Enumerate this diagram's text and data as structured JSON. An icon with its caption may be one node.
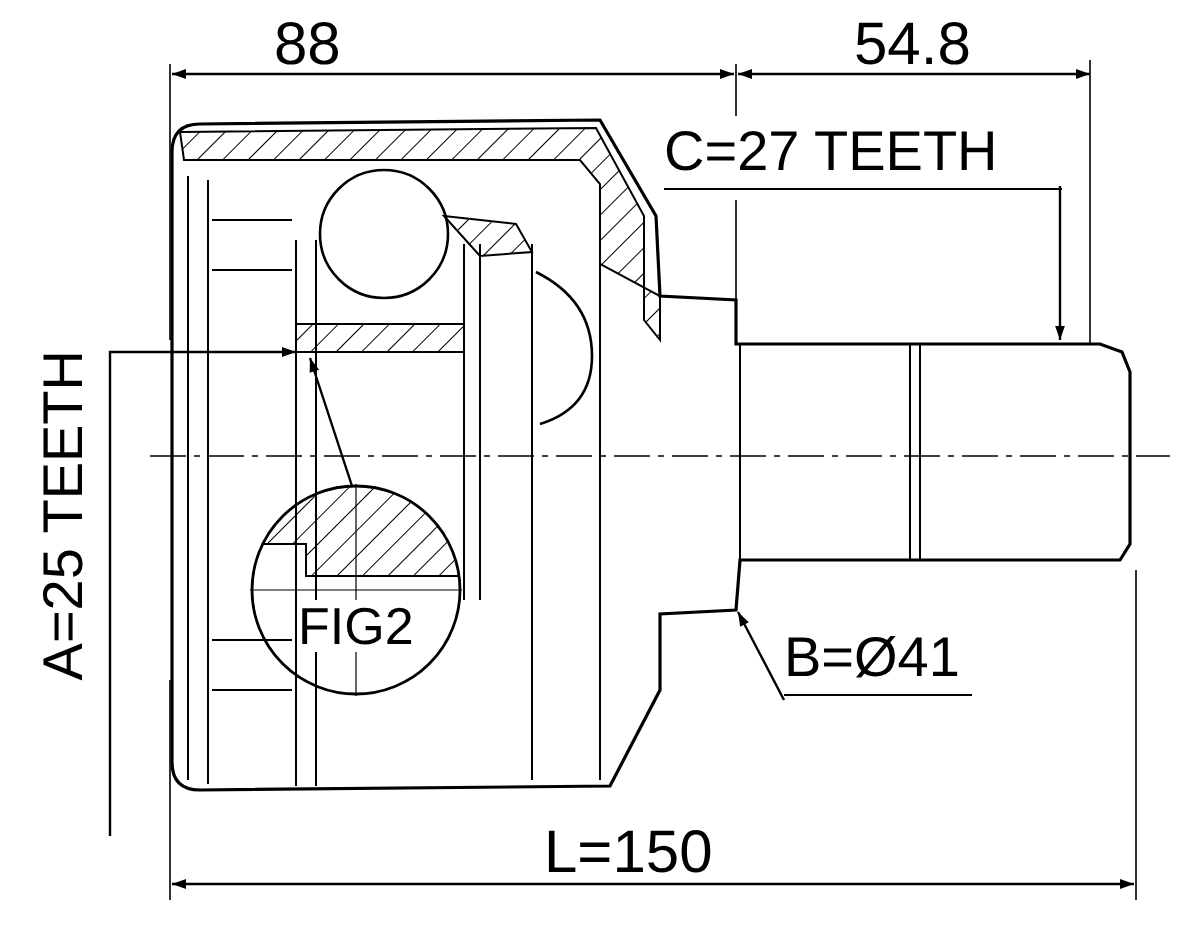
{
  "diagram": {
    "nodes": [
      {
        "text": [
          "C=27 TEETH"
        ]
      },
      {
        "text": [
          "A=25 TEETH"
        ]
      },
      {
        "text": [
          "FIG2"
        ]
      },
      {
        "text": [
          "B=Ø41"
        ]
      }
    ],
    "edges": [
      {
        "from": 0,
        "to": null,
        "arrow": "to"
      },
      {
        "from": 1,
        "to": null,
        "arrow": "to"
      },
      {
        "from": 2,
        "to": null,
        "arrow": "to"
      },
      {
        "from": 3,
        "to": null,
        "arrow": "to"
      }
    ],
    "labels": [
      "88",
      "54.8",
      "L=150"
    ]
  }
}
